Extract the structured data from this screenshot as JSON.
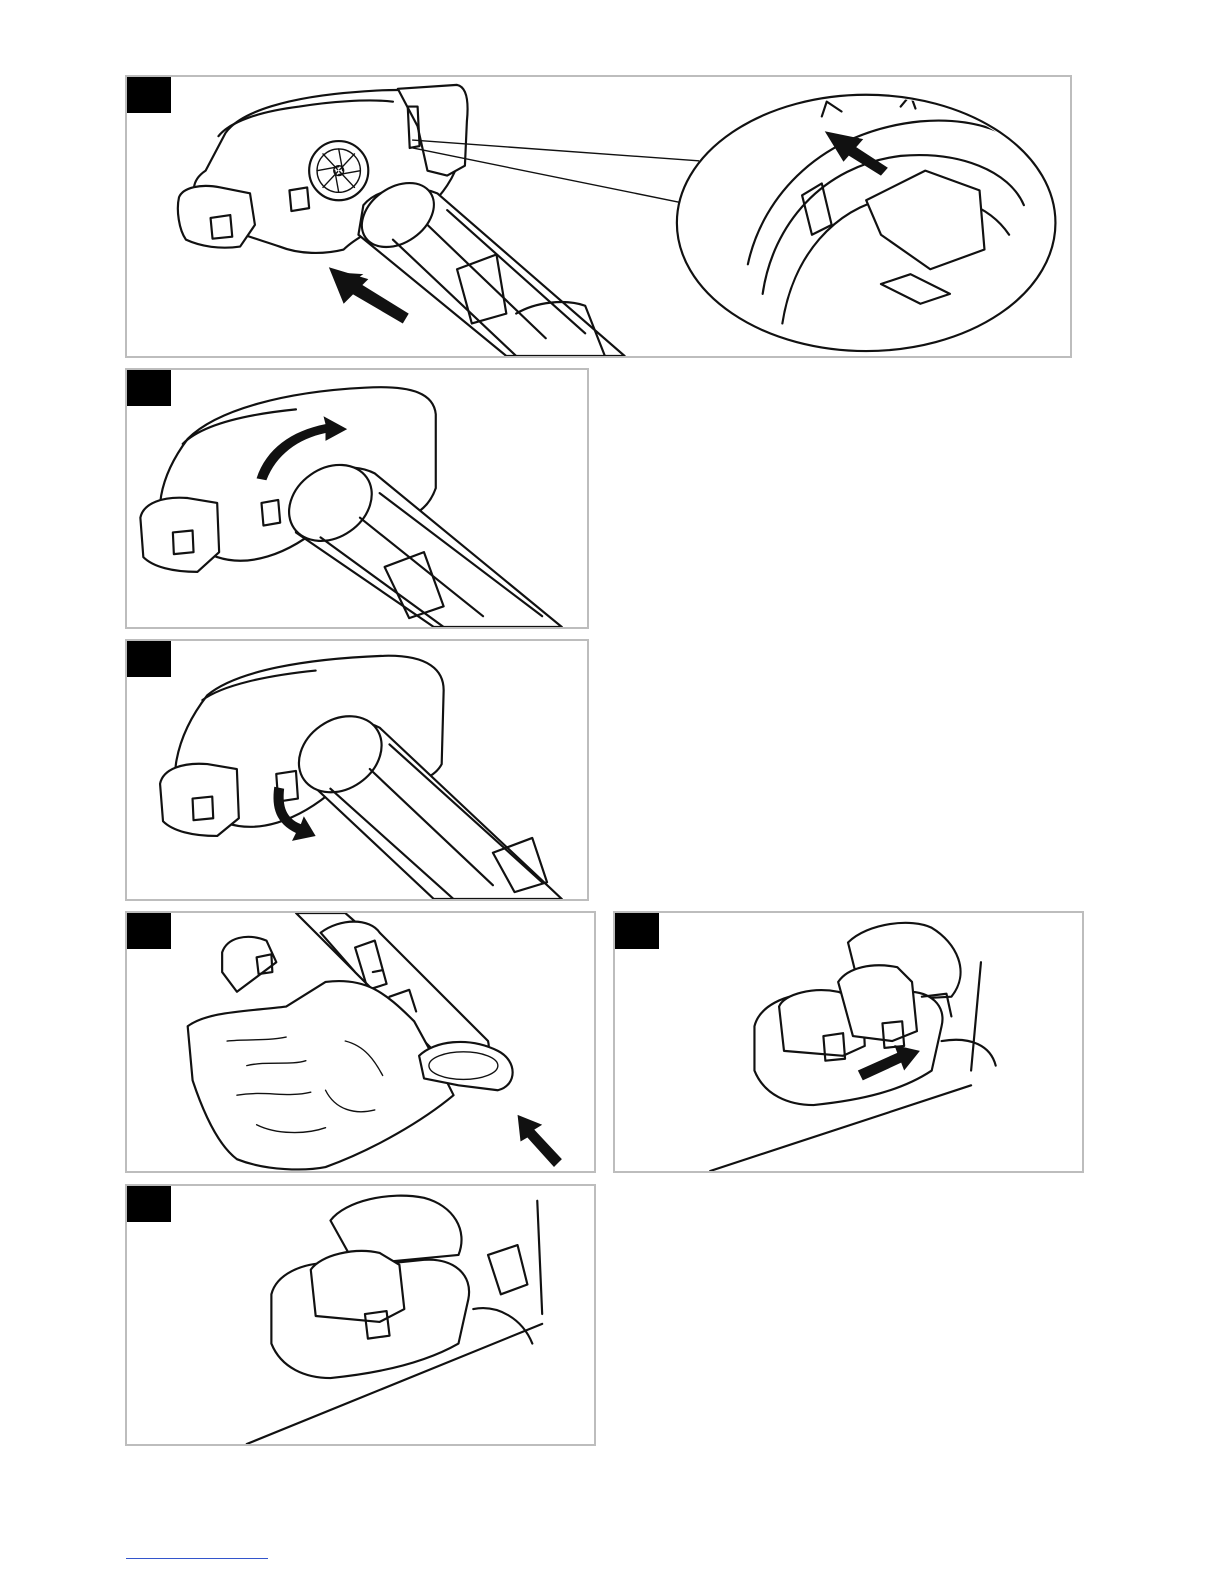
{
  "page": {
    "panels": [
      {
        "id": "p1",
        "step_label": "",
        "figure": "blower-tube-insertion-with-zoom"
      },
      {
        "id": "p2",
        "step_label": "",
        "figure": "tube-rotate-lock"
      },
      {
        "id": "p3",
        "step_label": "",
        "figure": "latch-close"
      },
      {
        "id": "p4",
        "step_label": "",
        "figure": "collection-bag-attach"
      },
      {
        "id": "p5",
        "step_label": "",
        "figure": "bag-clip-slide"
      },
      {
        "id": "p6",
        "step_label": "",
        "figure": "bag-clip-locked"
      }
    ]
  }
}
